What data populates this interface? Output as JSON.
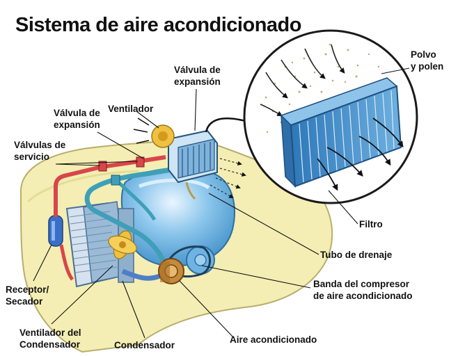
{
  "title": "Sistema de aire acondicionado",
  "labels": {
    "polvo_polen": [
      "Polvo",
      "y polen"
    ],
    "valvula_expansion_top": [
      "Válvula de",
      "expansión"
    ],
    "ventilador": "Ventilador",
    "valvula_expansion_left": [
      "Válvula de",
      "expansión"
    ],
    "valvulas_servicio": [
      "Válvulas de",
      "servicio"
    ],
    "filtro": "Filtro",
    "tubo_drenaje": "Tubo de drenaje",
    "banda_compresor": [
      "Banda del compresor",
      "de aire acondicionado"
    ],
    "receptor_secador": [
      "Receptor/",
      "Secador"
    ],
    "ventilador_condensador": [
      "Ventilador del",
      "Condensador"
    ],
    "condensador": "Condensador",
    "aire_acondicionado": "Aire acondicionado"
  },
  "colors": {
    "car_body": "#f4eeb4",
    "engine": "#5aa8dc",
    "refrigerant_high": "#d8464a",
    "refrigerant_low": "#3f9fb8",
    "filter_frame": "#3a86c6",
    "fan_blade": "#f0c040"
  }
}
